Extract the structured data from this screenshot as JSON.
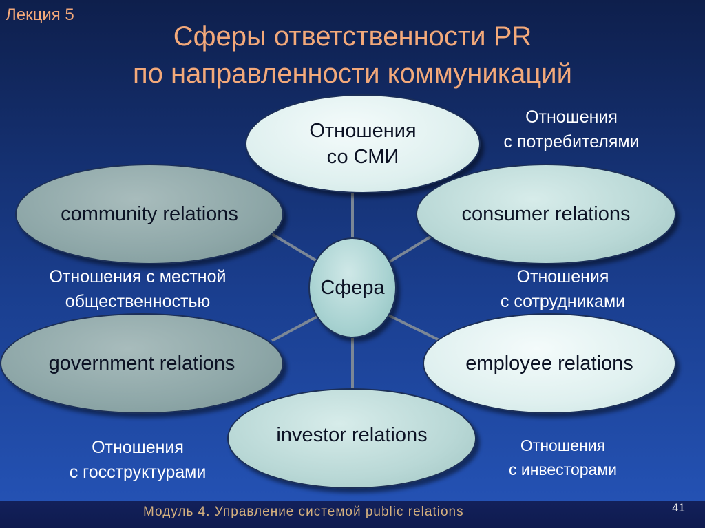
{
  "lecture": "Лекция 5",
  "title_line1": "Сферы ответственности PR",
  "title_line2": "по направленности коммуникаций",
  "center": "Сфера",
  "nodes": {
    "media_line1": "Отношения",
    "media_line2": "со СМИ",
    "community": "community relations",
    "consumer": "consumer relations",
    "government": "government relations",
    "employee": "employee relations",
    "investor": "investor relations"
  },
  "labels": {
    "consumers_line1": "Отношения",
    "consumers_line2": "с потребителями",
    "local_line1": "Отношения с местной",
    "local_line2": "общественностью",
    "staff_line1": "Отношения",
    "staff_line2": "с сотрудниками",
    "gov_line1": "Отношения",
    "gov_line2": "с госструктурами",
    "investors_line1": "Отношения",
    "investors_line2": "с инвесторами"
  },
  "footer": "Модуль 4.  Управление системой  public relations",
  "page_number": "41",
  "colors": {
    "title": "#f3a97a",
    "footer_text": "#d4b07e",
    "connector": "#7b8796"
  }
}
